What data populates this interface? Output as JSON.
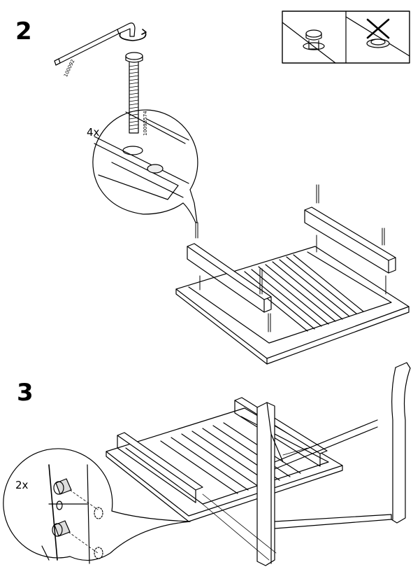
{
  "steps": [
    {
      "number": "2",
      "quantity": "4x",
      "tool_part": "100092",
      "screw_part": "10093574"
    },
    {
      "number": "3",
      "quantity": "2x"
    }
  ],
  "icons": {
    "correct_tighten": "screw-flush-icon",
    "wrong_tighten": "screw-overtight-crossed-icon",
    "tool": "allen-key-icon",
    "screw": "bolt-icon",
    "rotate": "rotate-arrow-icon",
    "dowel": "wooden-dowel-icon"
  }
}
